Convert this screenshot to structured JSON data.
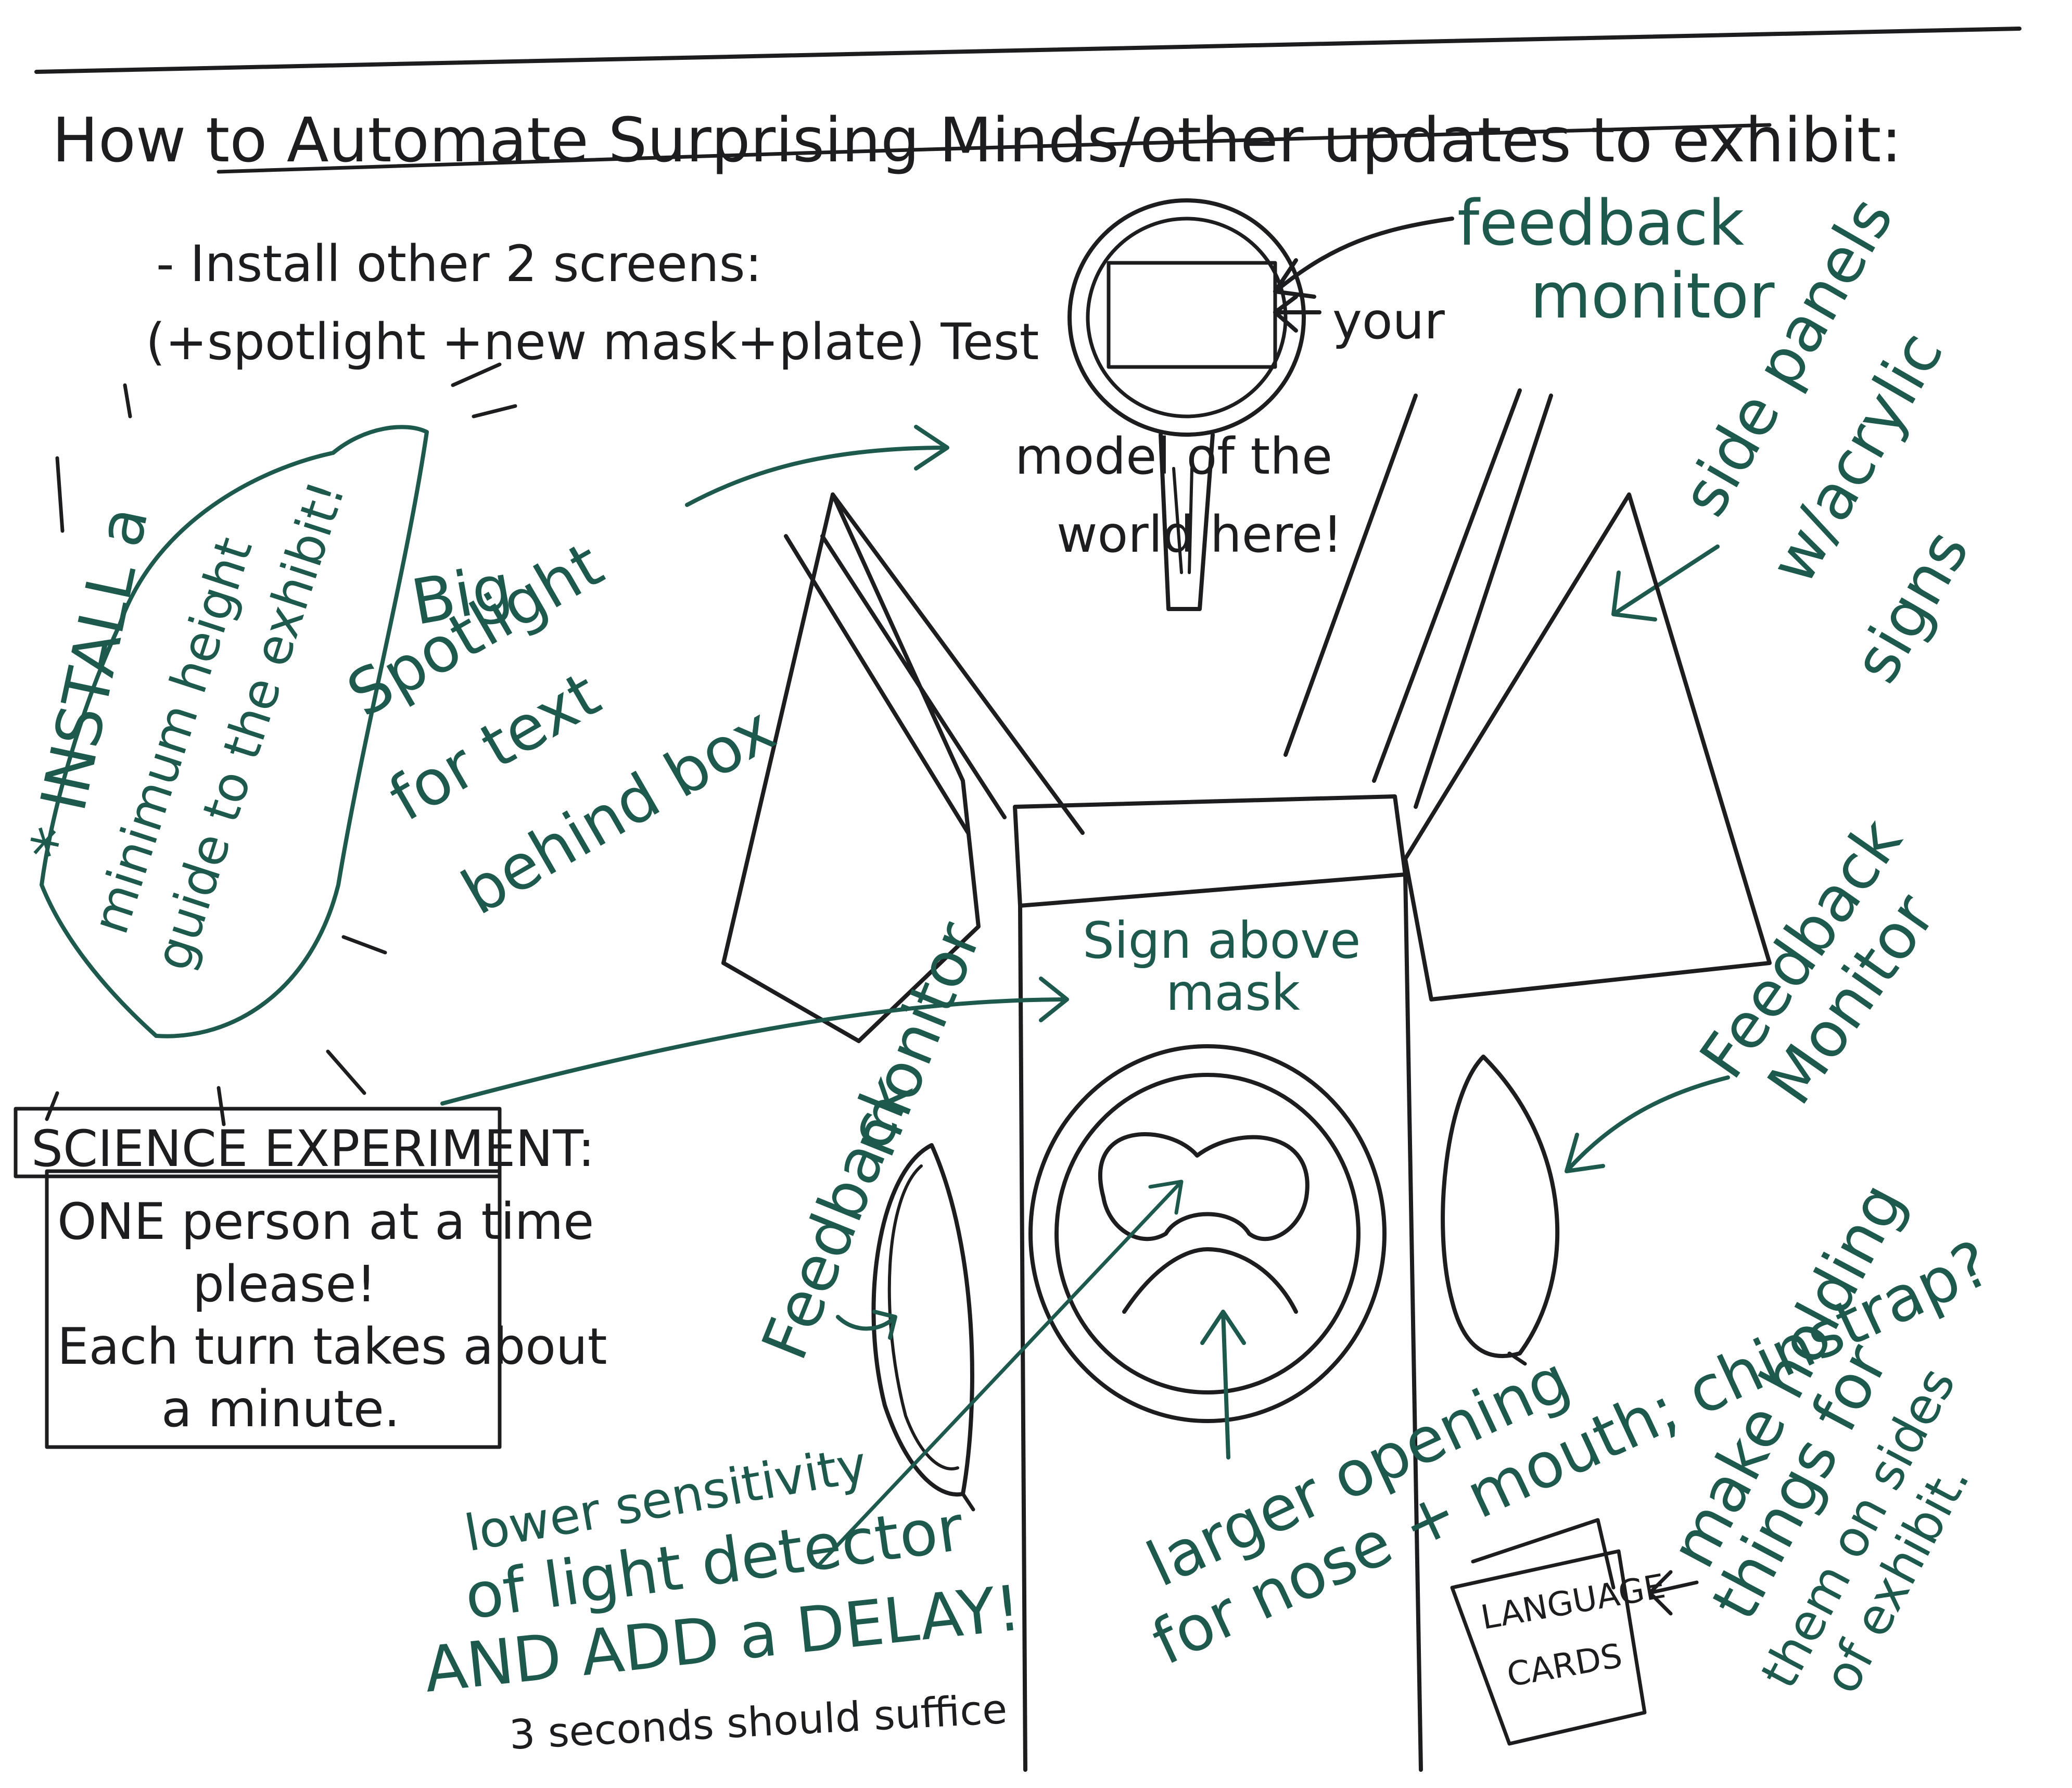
{
  "title": "How to Automate Surprising Minds/other updates to exhibit:",
  "notes": {
    "install_line1": "- Install other 2 screens:",
    "install_line2": "(+spotlight +new mask+plate) Test",
    "your_model_1": "your",
    "your_model_2": "model of the",
    "your_model_3": "world here!",
    "feedback_monitor_top_1": "feedback",
    "feedback_monitor_top_2": "monitor",
    "side_panels_1": "side panels",
    "side_panels_2": "w/acrylic",
    "side_panels_3": "signs",
    "install_min_height_1": "* INSTALL a",
    "install_min_height_2": "minimum height",
    "install_min_height_3": "guide to the exhibit!",
    "big_spotlight_1": "Big",
    "big_spotlight_2": "Spotlight",
    "big_spotlight_3": "for text",
    "big_spotlight_4": "behind box",
    "sign_above_mask_1": "Sign above",
    "sign_above_mask_2": "mask",
    "feedback_monitor_left_1": "Feedback",
    "feedback_monitor_left_2": "monitor",
    "feedback_monitor_right_1": "Feedback",
    "feedback_monitor_right_2": "Monitor",
    "lower_sensitivity_1": "lower sensitivity",
    "lower_sensitivity_2": "of light detector",
    "lower_sensitivity_3": "AND ADD a DELAY!",
    "lower_sensitivity_4": "3 seconds should suffice",
    "larger_opening_1": "larger opening",
    "larger_opening_2": "for nose + mouth; chinstrap?",
    "make_holding_1": "make holding",
    "make_holding_2": "things for",
    "make_holding_3": "them on sides",
    "make_holding_4": "of exhibit."
  },
  "science_box": {
    "heading": "SCIENCE EXPERIMENT:",
    "line1": "ONE person at a time",
    "line2": "please!",
    "line3": "Each turn takes about",
    "line4": "a minute."
  },
  "language_cards": {
    "line1": "LANGUAGE",
    "line2": "CARDS"
  },
  "colors": {
    "dark_ink": "#1d1d1f",
    "green_ink": "#1d5a4d",
    "paper": "#ffffff"
  }
}
